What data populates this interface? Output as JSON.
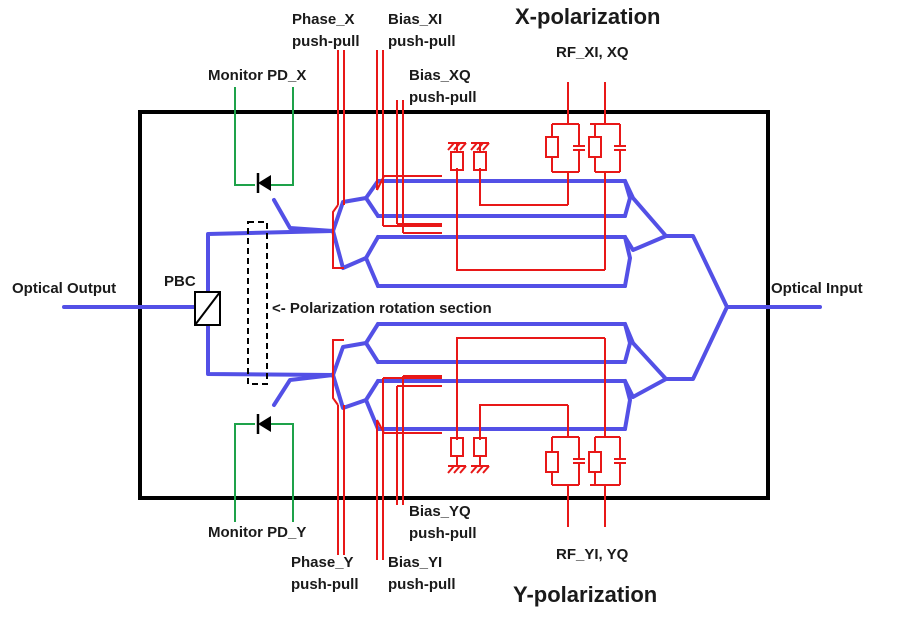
{
  "labels": {
    "x_polarization": "X-polarization",
    "y_polarization": "Y-polarization",
    "phase_x_1": "Phase_X",
    "phase_x_2": "push-pull",
    "bias_xi_1": "Bias_XI",
    "bias_xi_2": "push-pull",
    "bias_xq_1": "Bias_XQ",
    "bias_xq_2": "push-pull",
    "rf_x": "RF_XI, XQ",
    "monitor_pd_x": "Monitor PD_X",
    "optical_output": "Optical Output",
    "pbc": "PBC",
    "polarization_rotation": "<- Polarization rotation section",
    "optical_input": "Optical Input",
    "monitor_pd_y": "Monitor PD_Y",
    "bias_yq_1": "Bias_YQ",
    "bias_yq_2": "push-pull",
    "rf_y": "RF_YI, YQ",
    "phase_y_1": "Phase_Y",
    "phase_y_2": "push-pull",
    "bias_yi_1": "Bias_YI",
    "bias_yi_2": "push-pull"
  },
  "colors": {
    "waveguide": "#5350e6",
    "electrode": "#e81818",
    "monitor": "#1ea24a",
    "outline": "#000000"
  }
}
